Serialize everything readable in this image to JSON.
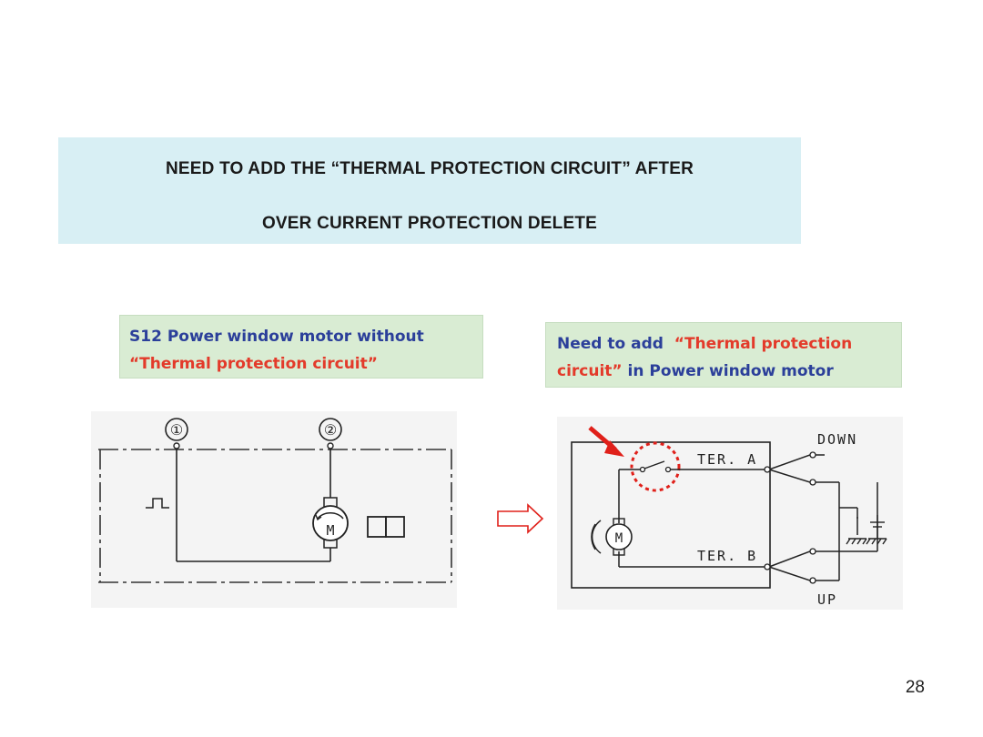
{
  "title": {
    "line1": "NEED TO ADD THE “THERMAL PROTECTION CIRCUIT” AFTER",
    "line2": "OVER CURRENT PROTECTION DELETE"
  },
  "left_caption": {
    "part1": "S12 Power window motor without",
    "part2": "“Thermal protection circuit”"
  },
  "right_caption": {
    "part1": "Need to add",
    "part2": "“Thermal protection",
    "part3": "circuit”",
    "part4": " in Power window motor"
  },
  "left_diagram": {
    "terminal1": "①",
    "terminal2": "②",
    "motor_label": "M"
  },
  "right_diagram": {
    "ter_a": "TER. A",
    "ter_b": "TER. B",
    "down": "DOWN",
    "up": "UP",
    "motor_label": "M"
  },
  "colors": {
    "title_bg": "#d8eff4",
    "caption_bg": "#d9ecd3",
    "blue_text": "#2b3f9a",
    "red_text": "#e33a2a",
    "highlight": "#e0201a"
  },
  "page_number": "28"
}
